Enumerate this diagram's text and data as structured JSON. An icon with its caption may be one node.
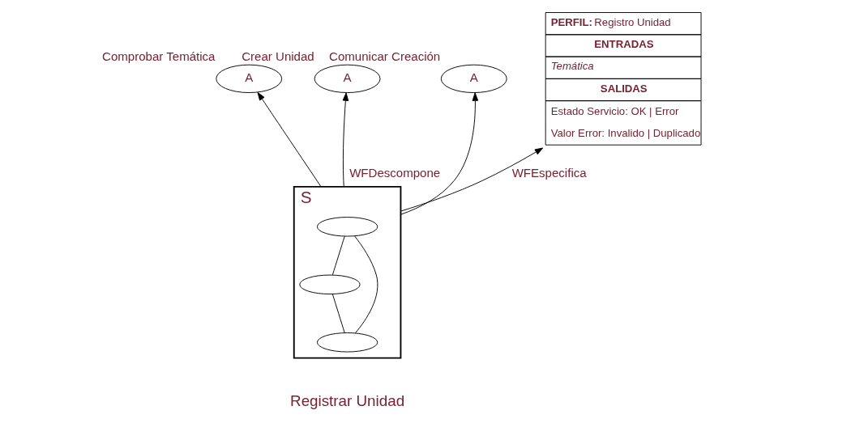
{
  "diagram": {
    "nodes": [
      {
        "text": [
          "A"
        ],
        "beside": [
          "Comprobar Temática"
        ]
      },
      {
        "text": [
          "A"
        ],
        "beside": [
          "Crear Unidad"
        ]
      },
      {
        "text": [
          "A"
        ],
        "beside": [
          "Comunicar Creación"
        ]
      },
      {
        "text": [
          "S"
        ],
        "beside": [
          "Registrar Unidad"
        ]
      },
      {
        "text": [],
        "shape": "ellipse",
        "in": 3
      },
      {
        "text": [],
        "shape": "ellipse",
        "in": 3
      },
      {
        "text": [],
        "shape": "ellipse",
        "in": 3
      },
      {
        "text": [
          "PERFIL: Registro Unidad",
          "ENTRADAS",
          "Temática",
          "SALIDAS",
          "Estado Servicio: OK | Error",
          "Valor Error: Invalido | Duplicado"
        ]
      }
    ],
    "edges": [
      {
        "from": 3,
        "to": 0,
        "arrow": "to"
      },
      {
        "from": 3,
        "to": 1,
        "arrow": "to",
        "label": "WFDescompone"
      },
      {
        "from": 3,
        "to": 2,
        "arrow": "to"
      },
      {
        "from": 4,
        "to": 5,
        "arrow": "none"
      },
      {
        "from": 4,
        "to": 6,
        "arrow": "none"
      },
      {
        "from": 5,
        "to": 6,
        "arrow": "none"
      },
      {
        "from": 3,
        "to": 7,
        "arrow": "to",
        "label": "WFEspecifica"
      }
    ]
  }
}
